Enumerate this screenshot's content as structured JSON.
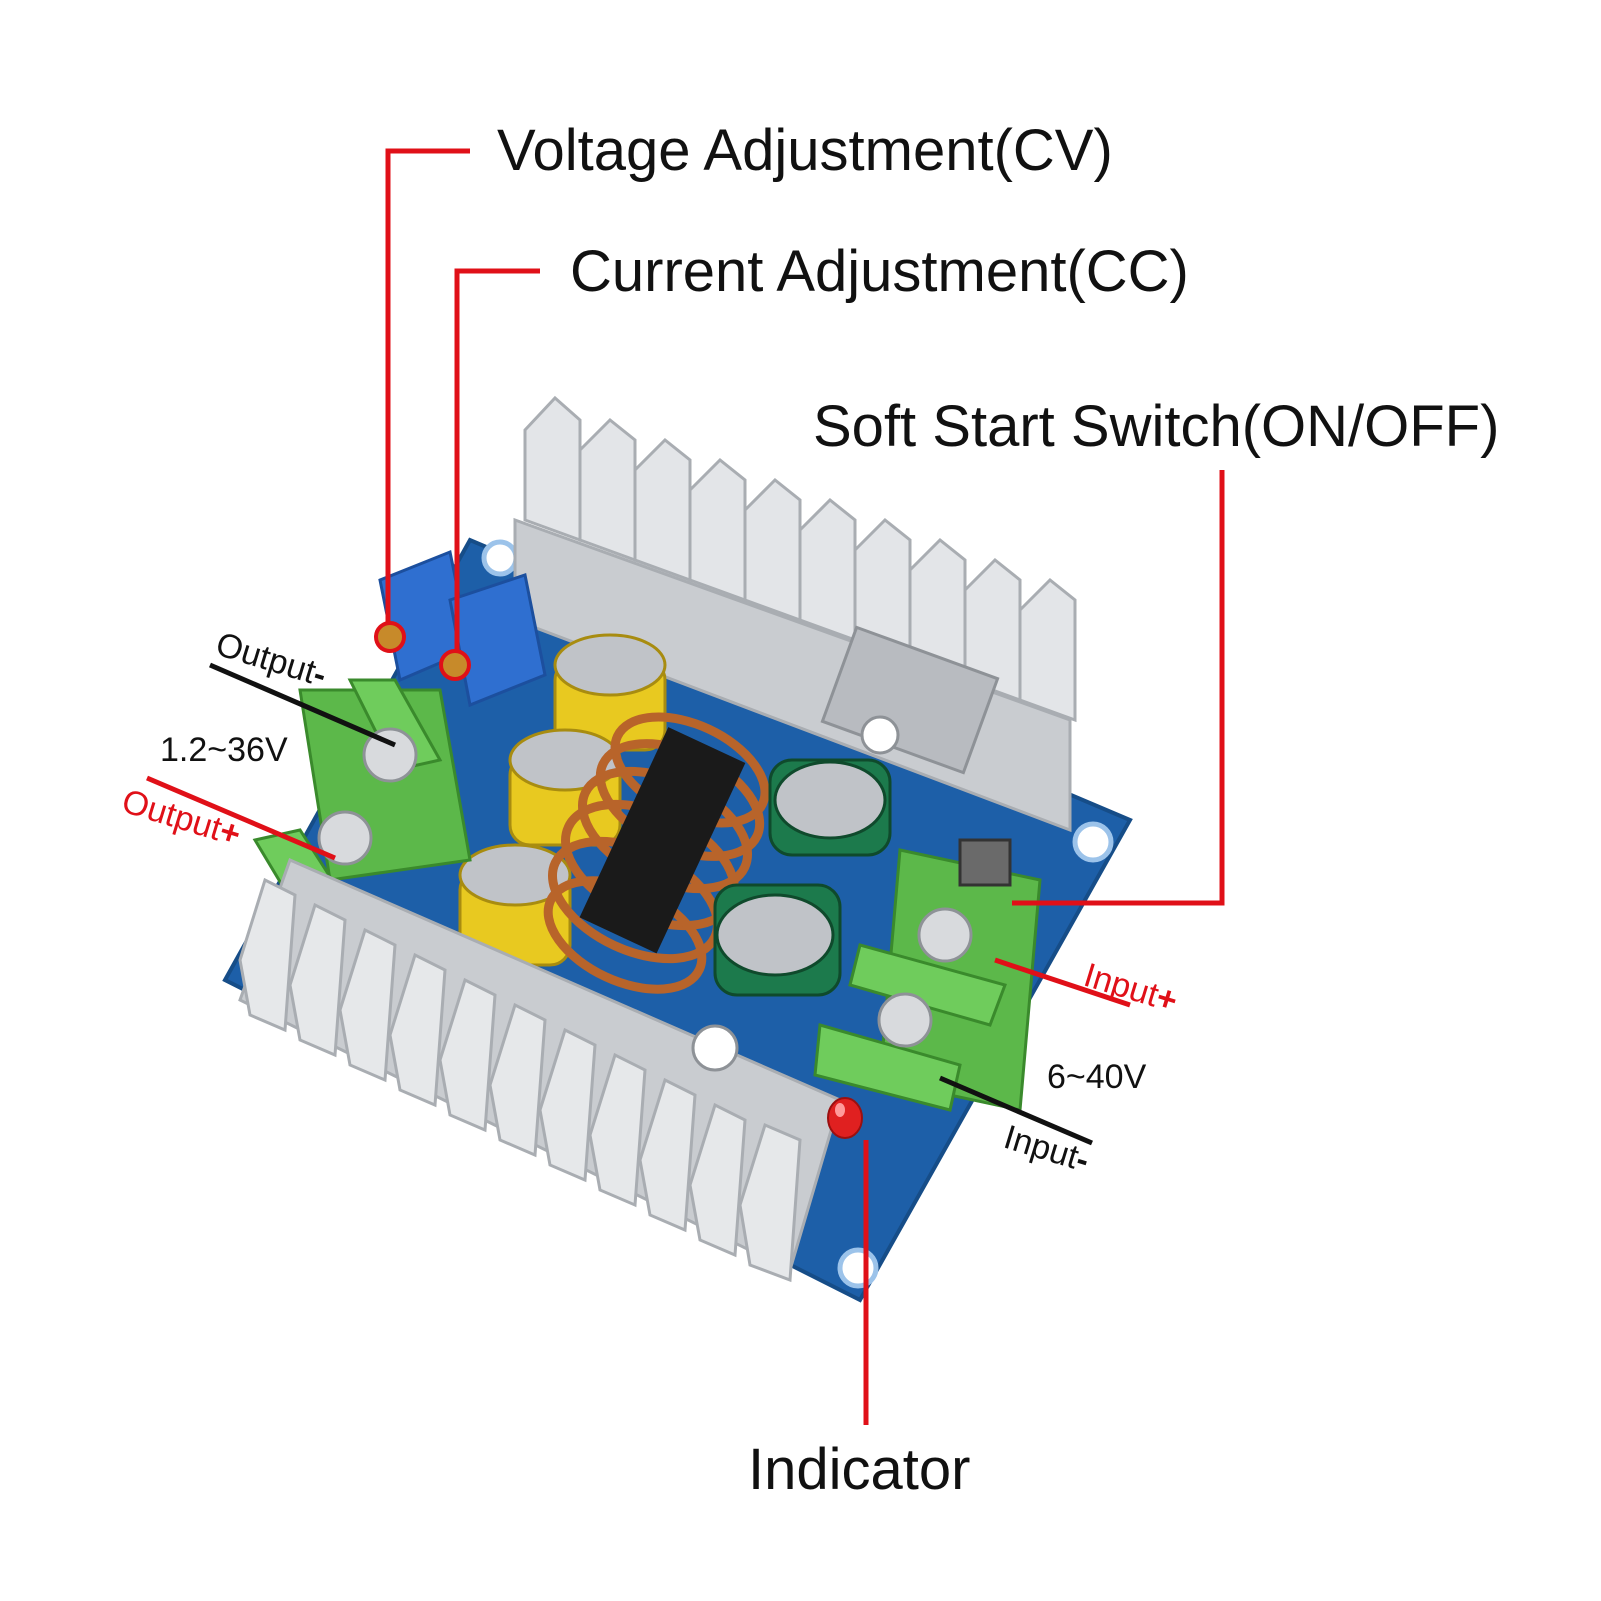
{
  "callouts": {
    "voltage_adjustment": "Voltage Adjustment(CV)",
    "current_adjustment": "Current Adjustment(CC)",
    "soft_start_switch": "Soft Start Switch(ON/OFF)",
    "indicator": "Indicator"
  },
  "terminals": {
    "output_minus": "Output",
    "output_minus_sign": "-",
    "output_plus": "Output",
    "output_plus_sign": "+",
    "output_range": "1.2~36V",
    "input_plus": "Input",
    "input_plus_sign": "+",
    "input_minus": "Input",
    "input_minus_sign": "-",
    "input_range": "6~40V"
  },
  "colors": {
    "callout_line": "#e01018",
    "pcb": "#1d5fa8",
    "terminal": "#5cb84a",
    "heatsink": "#d6d9dc",
    "potentiometer": "#2f6fd0",
    "coil": "#b8642a",
    "cap_yellow": "#e8c920",
    "cap_green": "#1c7a4c",
    "led": "#e02020"
  }
}
